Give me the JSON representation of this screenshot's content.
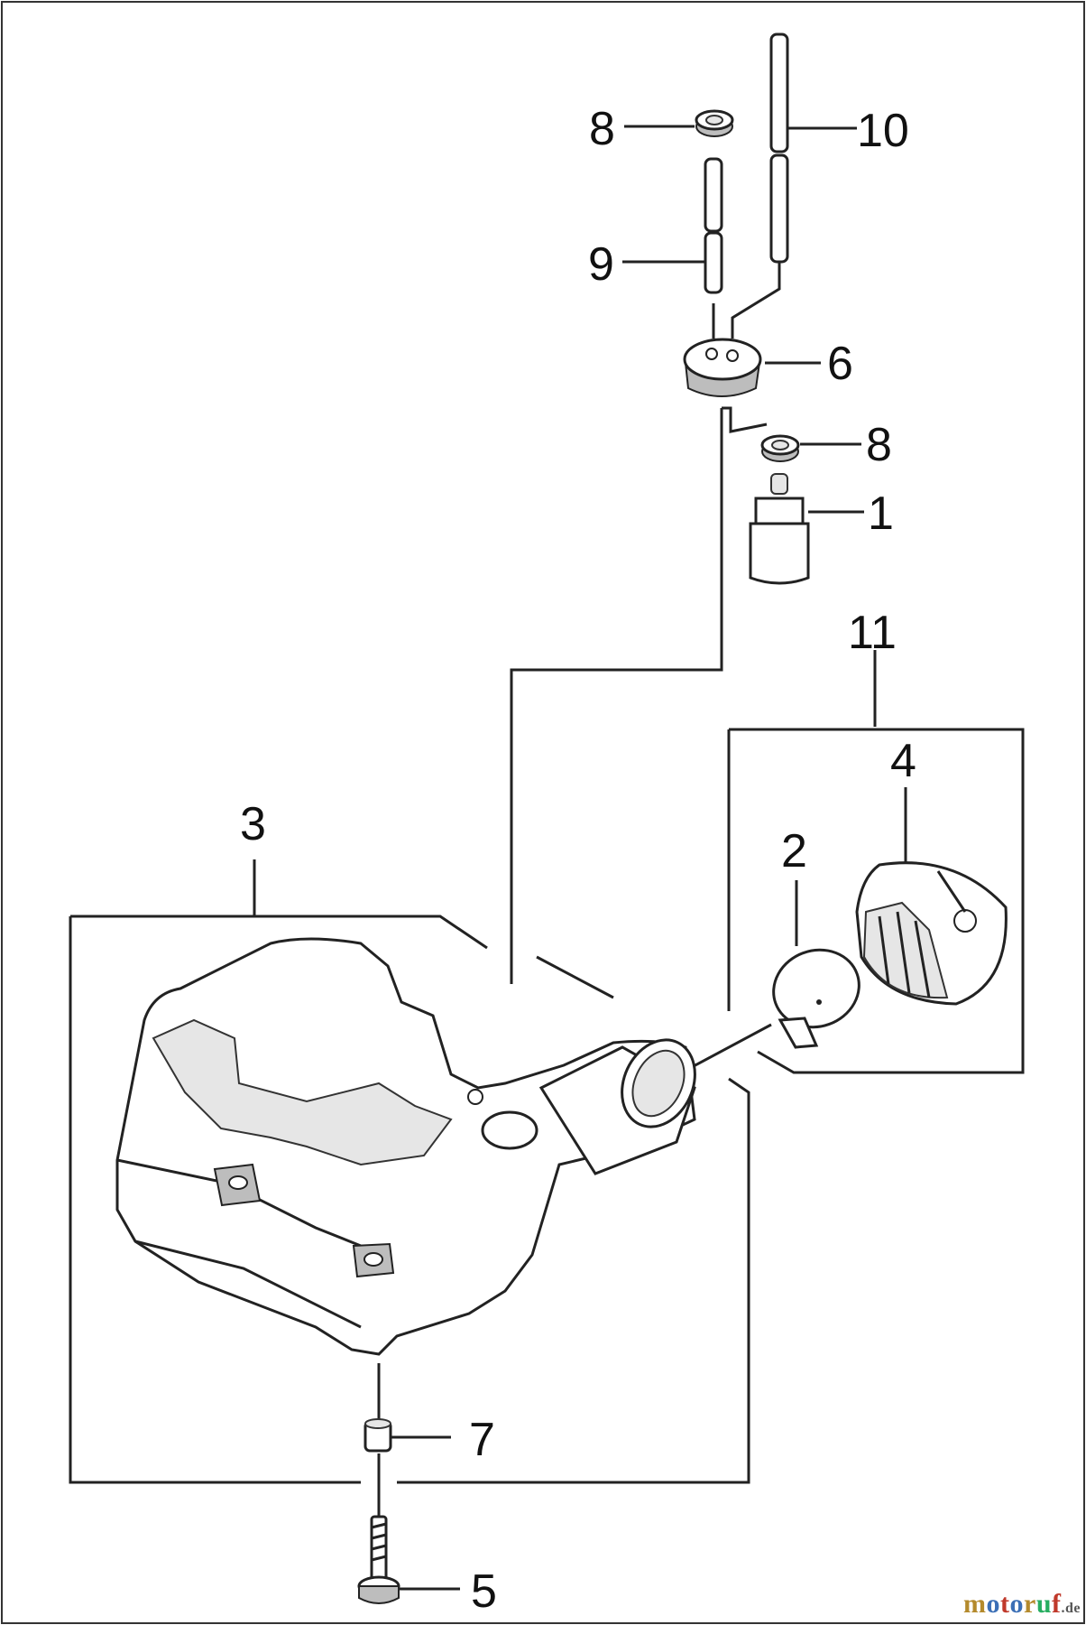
{
  "labels": {
    "p1": "1",
    "p2": "2",
    "p3": "3",
    "p4": "4",
    "p5": "5",
    "p6": "6",
    "p7": "7",
    "p8a": "8",
    "p8b": "8",
    "p9": "9",
    "p10": "10",
    "p11": "11"
  },
  "watermark": "motoruf.de"
}
